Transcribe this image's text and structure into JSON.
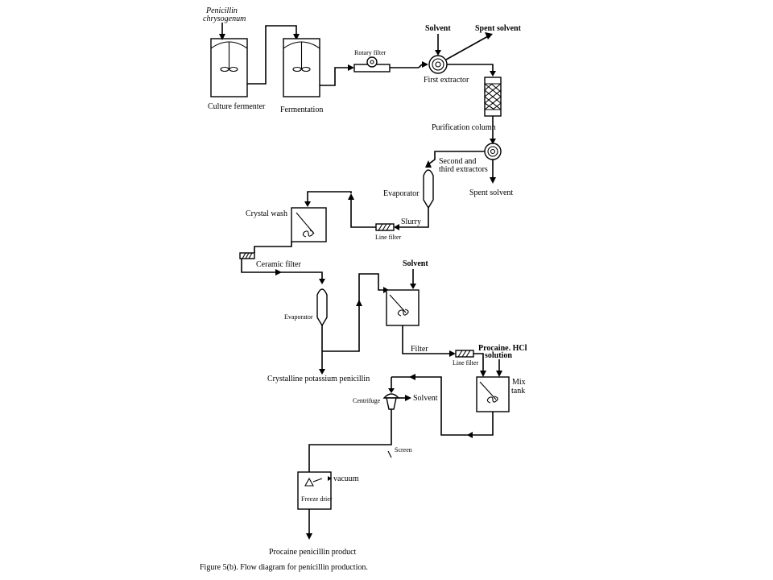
{
  "labels": {
    "penicillin_line1": "Penicillin",
    "penicillin_line2": "chrysogenum",
    "culture_fermenter": "Culture fermenter",
    "fermentation": "Fermentation",
    "rotary_filter": "Rotary filter",
    "solvent_top": "Solvent",
    "spent_solvent_top": "Spent solvent",
    "first_extractor": "First extractor",
    "purification_column": "Purification column",
    "second_third_line1": "Second and",
    "second_third_line2": "third extractors",
    "spent_solvent_mid": "Spent solvent",
    "evaporator_1": "Evaporator",
    "crystal_wash": "Crystal wash",
    "slurry": "Slurry",
    "line_filter_1": "Line filter",
    "ceramic_filter": "Ceramic filter",
    "solvent_mid": "Solvent",
    "evaporator_2": "Evaporator",
    "filter": "Filter",
    "procaine_line1": "Procaine. HCl",
    "procaine_line2": "solution",
    "line_filter_2": "Line filter",
    "crystalline_potassium": "Crystalline potassium penicillin",
    "mix_line1": "Mix",
    "mix_line2": "tank",
    "centrifuge": "Centrifuge",
    "solvent_low": "Solvent",
    "screen": "Screen",
    "vacuum": "vacuum",
    "freeze_drier": "Freeze drier",
    "procaine_product": "Procaine penicillin product"
  },
  "caption": "Figure 5(b). Flow diagram for penicillin production."
}
